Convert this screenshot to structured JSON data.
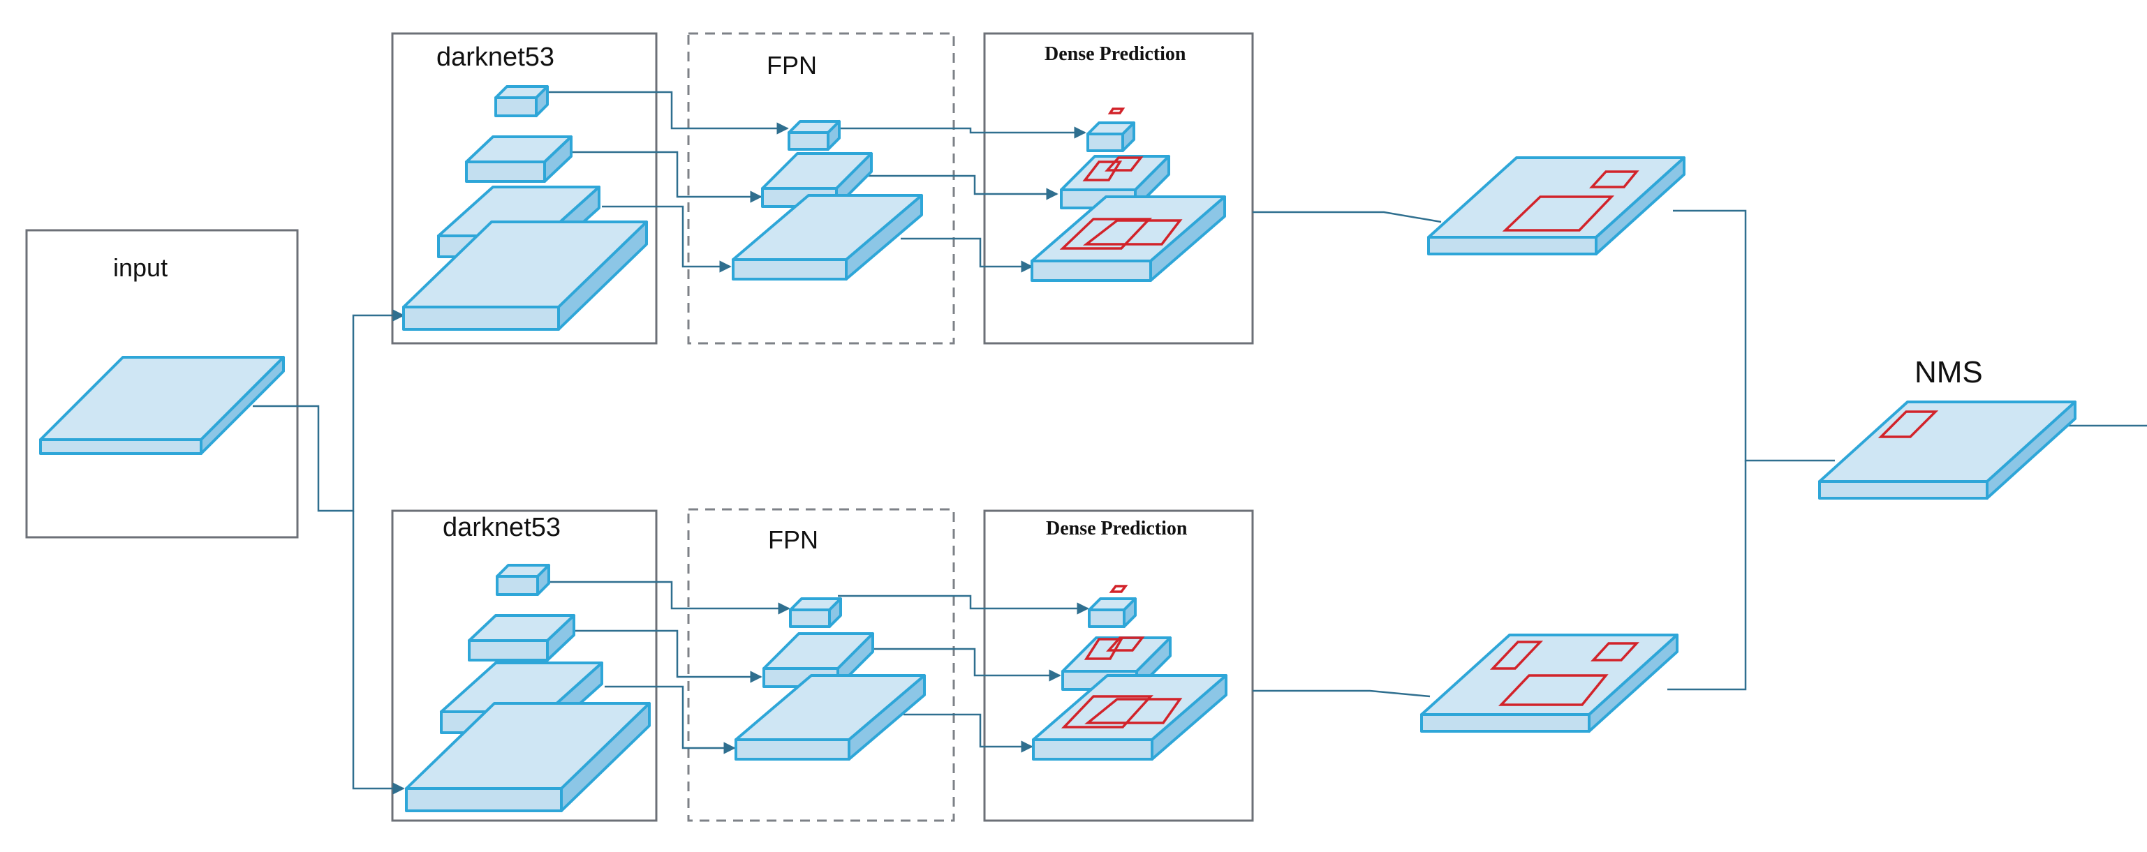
{
  "labels": {
    "input": "input",
    "backbone_top": "darknet53",
    "backbone_bottom": "darknet53",
    "neck_top": "FPN",
    "neck_bottom": "FPN",
    "head_top": "Dense Prediction",
    "head_bottom": "Dense Prediction",
    "nms": "NMS"
  },
  "colors": {
    "slab_fill": "#cfe6f4",
    "slab_side": "#8cc6e6",
    "slab_edge": "#2ea6d8",
    "prediction_box": "#d2232a",
    "connector": "#2f6f8f"
  }
}
